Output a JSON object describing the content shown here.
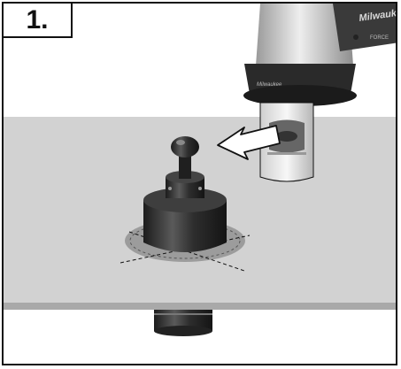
{
  "step": {
    "number": "1."
  },
  "tool": {
    "brand_text": "Milwaukee",
    "model_text": "FORCE"
  },
  "colors": {
    "plate": "#d2d2d2",
    "plate_edge": "#a9a9a9",
    "punch": "#2b2b2b",
    "tool_body": "#bdbdbd",
    "arrow_fill": "#ffffff",
    "arrow_stroke": "#111111"
  }
}
